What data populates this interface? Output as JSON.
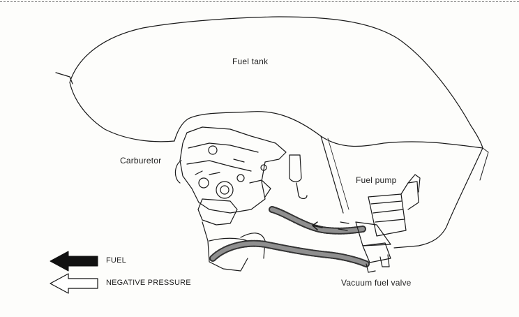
{
  "labels": {
    "fuel_tank": "Fuel tank",
    "carburetor": "Carburetor",
    "fuel_pump": "Fuel pump",
    "vacuum_fuel_valve": "Vacuum fuel valve"
  },
  "legend": {
    "fuel": "FUEL",
    "negative_pressure": "NEGATIVE PRESSURE"
  }
}
